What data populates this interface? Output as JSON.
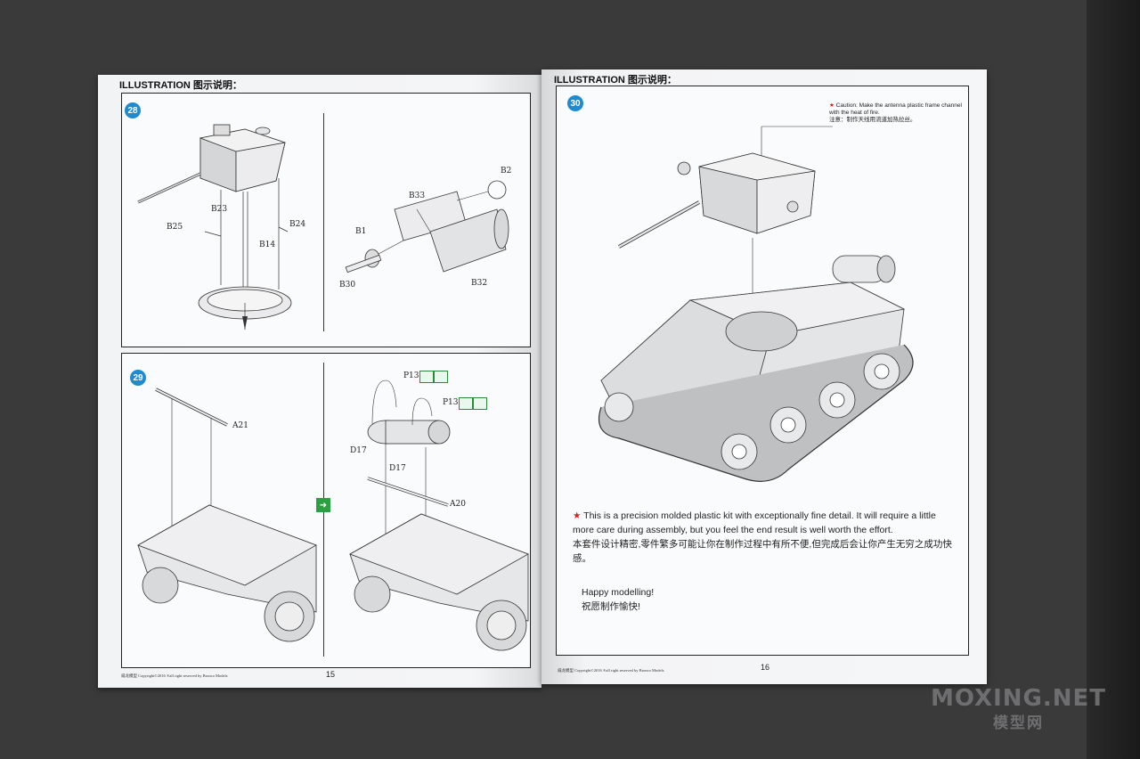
{
  "left_page": {
    "header": "ILLUSTRATION 图示说明：",
    "page_number": "15",
    "copyright_brand": "威龙模型",
    "copyright": "Copyright©2016  ®all right reserved by Bronco Models",
    "step28": {
      "number": "28",
      "labels": {
        "b25": "B25",
        "b23": "B23",
        "b14": "B14",
        "b24": "B24",
        "b2": "B2",
        "b33": "B33",
        "b1": "B1",
        "b30": "B30",
        "b32": "B32"
      }
    },
    "step29": {
      "number": "29",
      "labels": {
        "a21": "A21",
        "p13a": "P13",
        "p13b": "P13",
        "d17a": "D17",
        "d17b": "D17",
        "a20": "A20"
      }
    }
  },
  "right_page": {
    "header": "ILLUSTRATION 图示说明：",
    "page_number": "16",
    "copyright_brand": "威龙模型",
    "copyright": "Copyright©2016  ®all right reserved by Bronco Models",
    "step30": {
      "number": "30",
      "caution_en": "Caution: Make the antenna plastic frame channel with the heat of fire.",
      "caution_cn": "注意：制作天线用流道加热拉丝。"
    },
    "notice_en": "This is a precision molded plastic kit with exceptionally fine detail. It will require a little more care during assembly, but you feel the end result is well worth the effort.",
    "notice_cn": "本套件设计精密,零件繁多可能让你在制作过程中有所不便,但完成后会让你产生无穷之成功快感。",
    "closing_en": "Happy modelling!",
    "closing_cn": "祝愿制作愉快!"
  },
  "watermark": {
    "main": "MOXING.NET",
    "sub": "模型网"
  },
  "colors": {
    "step_badge": "#1f8ad0",
    "caution_star": "#d32020",
    "background": "#3a3a3b",
    "paper": "#f4f5f7"
  }
}
